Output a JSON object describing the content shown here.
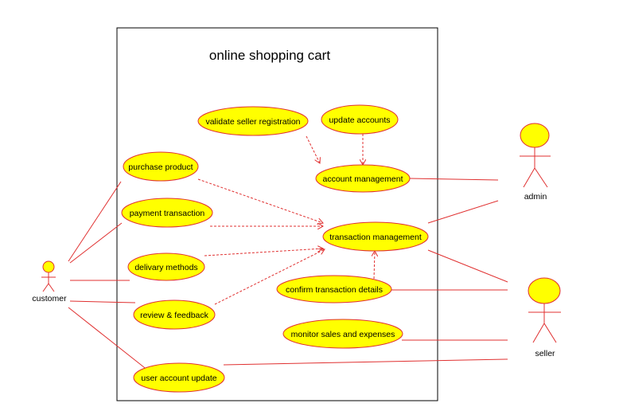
{
  "system": {
    "title": "online shopping cart"
  },
  "colors": {
    "ellipse_fill": "#ffff00",
    "line": "#e03030",
    "border": "#000000"
  },
  "actors": {
    "customer": "customer",
    "admin": "admin",
    "seller": "seller"
  },
  "use_cases": {
    "validate_seller_registration": "validate seller registration",
    "update_accounts": "update accounts",
    "account_management": "account management",
    "purchase_product": "purchase product",
    "payment_transaction": "payment transaction",
    "transaction_management": "transaction management",
    "delivary_methods": "delivary methods",
    "confirm_transaction_details": "confirm transaction details",
    "review_feedback": "review & feedback",
    "monitor_sales_expenses": "monitor sales and expenses",
    "user_account_update": "user account update"
  },
  "associations": [
    [
      "customer",
      "purchase_product"
    ],
    [
      "customer",
      "payment_transaction"
    ],
    [
      "customer",
      "delivary_methods"
    ],
    [
      "customer",
      "review_feedback"
    ],
    [
      "customer",
      "user_account_update"
    ],
    [
      "admin",
      "account_management"
    ],
    [
      "admin",
      "transaction_management"
    ],
    [
      "seller",
      "transaction_management"
    ],
    [
      "seller",
      "confirm_transaction_details"
    ],
    [
      "seller",
      "monitor_sales_expenses"
    ],
    [
      "seller",
      "user_account_update"
    ]
  ],
  "dependencies": [
    [
      "validate_seller_registration",
      "account_management"
    ],
    [
      "update_accounts",
      "account_management"
    ],
    [
      "purchase_product",
      "transaction_management"
    ],
    [
      "payment_transaction",
      "transaction_management"
    ],
    [
      "delivary_methods",
      "transaction_management"
    ],
    [
      "review_feedback",
      "transaction_management"
    ],
    [
      "confirm_transaction_details",
      "transaction_management"
    ]
  ]
}
